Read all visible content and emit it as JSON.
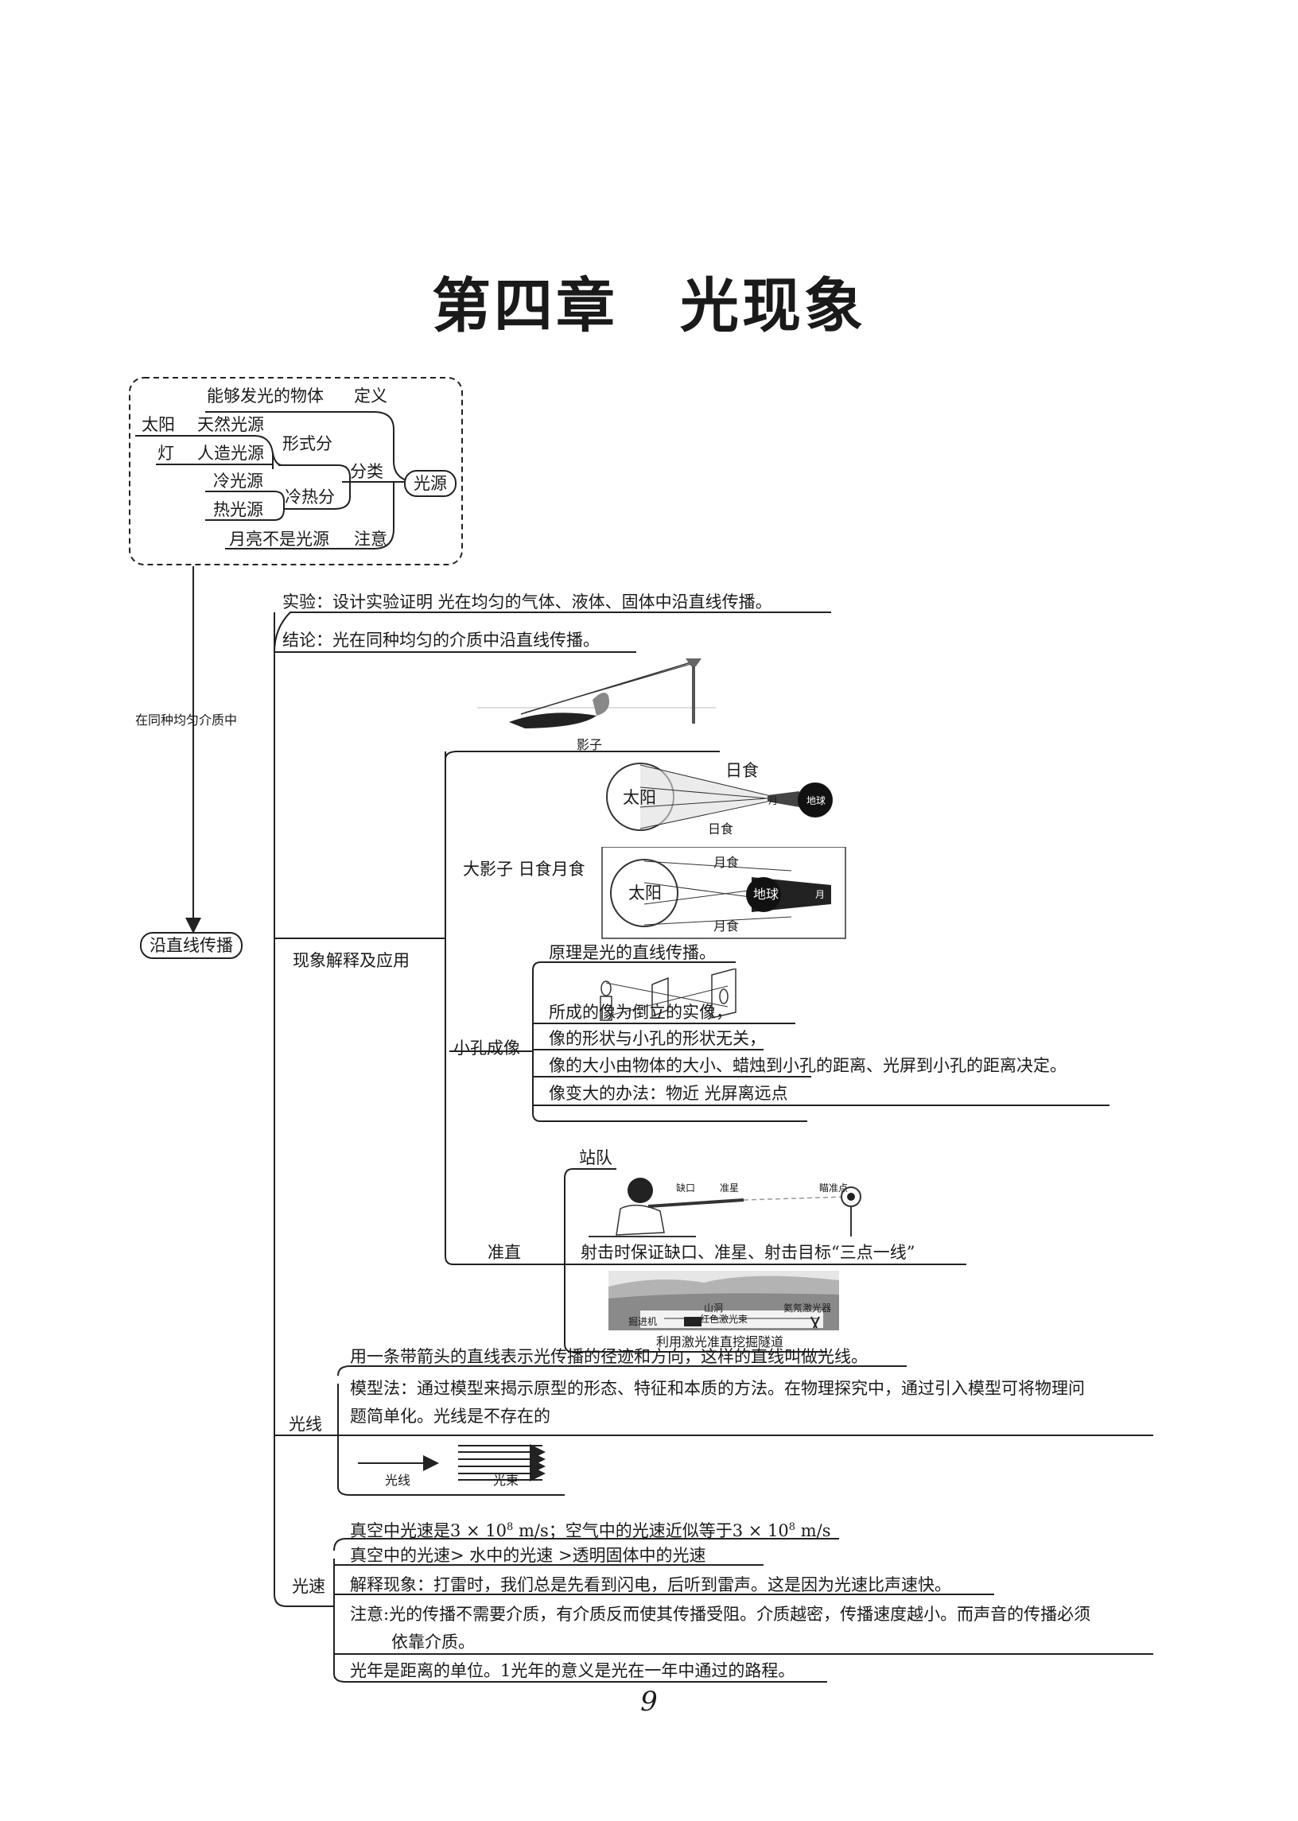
{
  "title": "第四章　光现象",
  "page_number": "9",
  "source_box": {
    "items": {
      "definition_text": "能够发光的物体",
      "definition_label": "定义",
      "sun": "太阳",
      "natural": "天然光源",
      "lamp": "灯",
      "artificial": "人造光源",
      "by_form": "形式分",
      "classify": "分类",
      "cold": "冷光源",
      "hot": "热光源",
      "by_heat": "冷热分",
      "moon_note": "月亮不是光源",
      "note_label": "注意",
      "root": "光源"
    },
    "arrow_label": "在同种均匀介质中"
  },
  "main_node": "沿直线传播",
  "experiment": "实验：设计实验证明 光在均匀的气体、液体、固体中沿直线传播。",
  "conclusion": "结论：光在同种均匀的介质中沿直线传播。",
  "phenomena_label": "现象解释及应用",
  "shadow_caption": "影子",
  "big_shadow": {
    "label": "大影子 日食月食",
    "solar": {
      "sun": "太阳",
      "top": "日食",
      "caption": "日食",
      "earth": "地球",
      "moon": "月"
    },
    "lunar": {
      "sun": "太阳",
      "top": "月食",
      "caption": "月食",
      "earth": "地球",
      "moon": "月"
    }
  },
  "pinhole": {
    "label": "小孔成像",
    "principle": "原理是光的直线传播。",
    "facts": [
      "所成的像为倒立的实像，",
      "像的形状与小孔的形状无关，",
      "像的大小由物体的大小、蜡烛到小孔的距离、光屏到小孔的距离决定。",
      "像变大的办法：物近 光屏离远点"
    ]
  },
  "collimation": {
    "label": "准直",
    "line_up": "站队",
    "shooting": "射击时保证缺口、准星、射击目标“三点一线”",
    "gun_labels": [
      "缺口",
      "准星",
      "瞄准点"
    ],
    "tunnel_caption": "利用激光准直挖掘隧道",
    "tunnel_labels": [
      "山洞",
      "氦氖激光器",
      "掘进机",
      "红色激光束"
    ]
  },
  "light_ray": {
    "label": "光线",
    "definition": "用一条带箭头的直线表示光传播的径迹和方向，这样的直线叫做光线。",
    "model_line1": "模型法：通过模型来揭示原型的形态、特征和本质的方法。在物理探究中，通过引入模型可将物理问",
    "model_line2": "题简单化。光线是不存在的",
    "ray_caption": "光线",
    "beam_caption": "光束"
  },
  "speed": {
    "label": "光速",
    "vacuum_pre": "真空中光速是3 × 10",
    "vacuum_exp": "8",
    "vacuum_mid": " m/s；空气中的光速近似等于3 × 10",
    "vacuum_exp2": "8",
    "vacuum_end": " m/s",
    "compare": "真空中的光速>  水中的光速  >透明固体中的光速",
    "explain": "解释现象：打雷时，我们总是先看到闪电，后听到雷声。这是因为光速比声速快。",
    "note_line1": "注意:光的传播不需要介质，有介质反而使其传播受阻。介质越密，传播速度越小。而声音的传播必须",
    "note_line2": "依靠介质。",
    "light_year": "光年是距离的单位。1光年的意义是光在一年中通过的路程。"
  }
}
